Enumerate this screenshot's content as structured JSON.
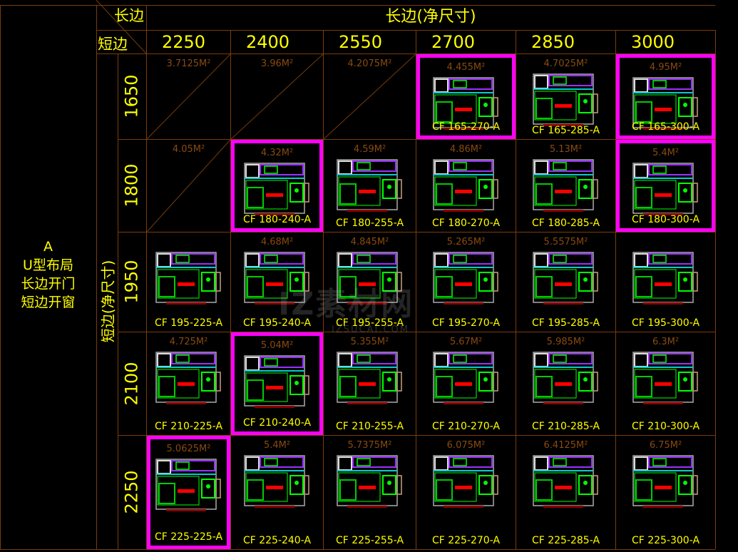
{
  "left_panel": {
    "code": "A",
    "lines": [
      "U型布局",
      "长边开门",
      "短边开窗"
    ]
  },
  "corner": {
    "long_label": "长边",
    "short_label": "短边"
  },
  "header": {
    "title": "长边(净尺寸)",
    "columns": [
      "2250",
      "2400",
      "2550",
      "2700",
      "2850",
      "3000"
    ]
  },
  "side": {
    "title": "短边(净尺寸)",
    "rows": [
      "1650",
      "1800",
      "1950",
      "2100",
      "2250"
    ]
  },
  "watermark": {
    "text": "IZ素材网",
    "sub": "IZSUCAI.COM"
  },
  "colors": {
    "line": "#7a3c0a",
    "highlight": "#ff00ff",
    "label": "#ffff00",
    "area": "#8a4a10"
  },
  "cells": [
    [
      {
        "area": "3.7125M²",
        "code": null,
        "highlight": false
      },
      {
        "area": "3.96M²",
        "code": null,
        "highlight": false
      },
      {
        "area": "4.2075M²",
        "code": null,
        "highlight": false
      },
      {
        "area": "4.455M²",
        "code": "CF 165-270-A",
        "highlight": true
      },
      {
        "area": "4.7025M²",
        "code": "CF 165-285-A",
        "highlight": false
      },
      {
        "area": "4.95M²",
        "code": "CF 165-300-A",
        "highlight": true
      }
    ],
    [
      {
        "area": "4.05M²",
        "code": null,
        "highlight": false
      },
      {
        "area": "4.32M²",
        "code": "CF 180-240-A",
        "highlight": true
      },
      {
        "area": "4.59M²",
        "code": "CF 180-255-A",
        "highlight": false
      },
      {
        "area": "4.86M²",
        "code": "CF 180-270-A",
        "highlight": false
      },
      {
        "area": "5.13M²",
        "code": "CF 180-285-A",
        "highlight": false
      },
      {
        "area": "5.4M²",
        "code": "CF 180-300-A",
        "highlight": true
      }
    ],
    [
      {
        "area": "",
        "code": "CF 195-225-A",
        "highlight": false
      },
      {
        "area": "4.68M²",
        "code": "CF 195-240-A",
        "highlight": false
      },
      {
        "area": "4.845M²",
        "code": "CF 195-255-A",
        "highlight": false
      },
      {
        "area": "5.265M²",
        "code": "CF 195-270-A",
        "highlight": false
      },
      {
        "area": "5.5575M²",
        "code": "CF 195-285-A",
        "highlight": false
      },
      {
        "area": "",
        "code": "CF 195-300-A",
        "highlight": false
      }
    ],
    [
      {
        "area": "4.725M²",
        "code": "CF 210-225-A",
        "highlight": false
      },
      {
        "area": "5.04M²",
        "code": "CF 210-240-A",
        "highlight": true
      },
      {
        "area": "5.355M²",
        "code": "CF 210-255-A",
        "highlight": false
      },
      {
        "area": "5.67M²",
        "code": "CF 210-270-A",
        "highlight": false
      },
      {
        "area": "5.985M²",
        "code": "CF 210-285-A",
        "highlight": false
      },
      {
        "area": "6.3M²",
        "code": "CF 210-300-A",
        "highlight": false
      }
    ],
    [
      {
        "area": "5.0625M²",
        "code": "CF 225-225-A",
        "highlight": true
      },
      {
        "area": "5.4M²",
        "code": "CF 225-240-A",
        "highlight": false
      },
      {
        "area": "5.7375M²",
        "code": "CF 225-255-A",
        "highlight": false
      },
      {
        "area": "6.075M²",
        "code": "CF 225-270-A",
        "highlight": false
      },
      {
        "area": "6.4125M²",
        "code": "CF 225-285-A",
        "highlight": false
      },
      {
        "area": "6.75M²",
        "code": "CF 225-300-A",
        "highlight": false
      }
    ]
  ]
}
